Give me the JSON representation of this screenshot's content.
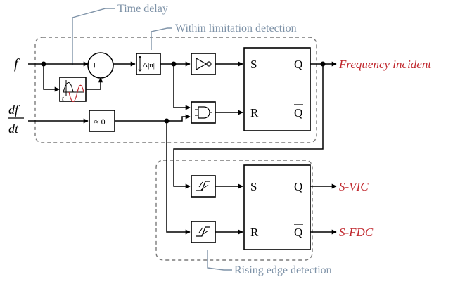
{
  "inputs": {
    "f": "f",
    "df": "df",
    "dt": "dt"
  },
  "blocks": {
    "sum_plus": "+",
    "sum_minus": "−",
    "abs_diff": "Δ|u|",
    "approx_zero": "≈ 0",
    "t_axis": "t"
  },
  "flipflops": [
    {
      "set": "S",
      "reset": "R",
      "q": "Q",
      "qbar": "Q"
    },
    {
      "set": "S",
      "reset": "R",
      "q": "Q",
      "qbar": "Q"
    }
  ],
  "outputs": {
    "frequency_incident": "Frequency incident",
    "s_vic": "S-VIC",
    "s_fdc": "S-FDC"
  },
  "annotations": {
    "time_delay": "Time delay",
    "within_limitation": "Within limitation detection",
    "rising_edge": "Rising edge detection"
  },
  "colors": {
    "output_text": "#c0272d",
    "annotation": "#7f93a8",
    "region_border": "#7a7a7a",
    "signal": "#000000"
  }
}
